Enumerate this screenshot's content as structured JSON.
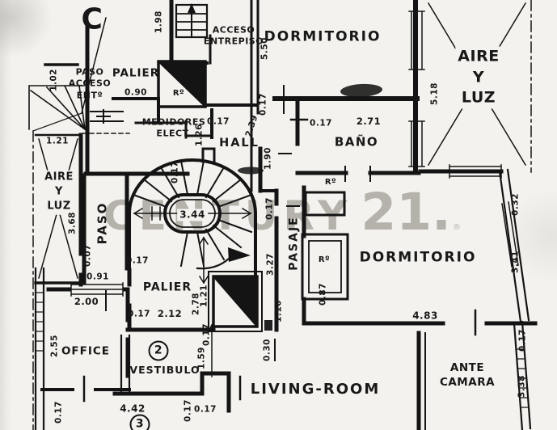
{
  "watermark": {
    "brand": "CENTURY",
    "number": "21.",
    "registered": "®"
  },
  "rooms": {
    "letter_c": "C",
    "acceso_entrepiso": "ACCESO\nENTREPISO",
    "dormitorio_top": "DORMITORIO",
    "aire_y_luz_right": "AIRE\nY\nLUZ",
    "bano": "BAÑO",
    "paso_acceso": "PASO\nACCESO\nENTº",
    "palier_top": "PALIER",
    "medidores": "MEDIDORES\nELECT.",
    "hall": "HALL",
    "aire_y_luz_left": "AIRE\nY\nLUZ",
    "paso": "PASO",
    "pasaje": "PASAJE",
    "dormitorio_right": "DORMITORIO",
    "palier_bottom": "PALIER",
    "office": "OFFICE",
    "vestibulo": "VESTIBULO",
    "living_room": "LIVING-ROOM",
    "ante_camara": "ANTE\nCAMARA",
    "unit_2": "2",
    "unit_3": "3",
    "ropero_entry": "Rº",
    "ropero_bano": "Rº",
    "ropero_closet": "Rº"
  },
  "dims": {
    "d01": "1.98",
    "d02": "5.50",
    "d03": "0.17",
    "d04": "2.39",
    "d05": "1.90",
    "d06": "0.17",
    "d07": "2.71",
    "d08": "5.18",
    "d09": "1.02",
    "d10": "0.90",
    "d11": "1.26",
    "d12": "0.17",
    "d13": "1.21",
    "d14": "3.68",
    "d15": "0.07",
    "d16": "0.91",
    "d17": "0.17",
    "d18": "3.44",
    "d19": "2.78",
    "d20": "0.17",
    "d21": "3.27",
    "d22": "1.10",
    "d23": "0.87",
    "d24": "0.32",
    "d25": "3.41",
    "d26": "4.83",
    "d27": "0.17",
    "d28": "3.38",
    "d29": "2.00",
    "d30": "2.55",
    "d31": "0.17",
    "d32": "0.17",
    "d33": "2.12",
    "d34": "1.21",
    "d35": "0.17",
    "d36": "1.59",
    "d37": "0.30",
    "d38": "0.17",
    "d39": "0.17",
    "d40": "4.42",
    "d41": "0.17"
  }
}
